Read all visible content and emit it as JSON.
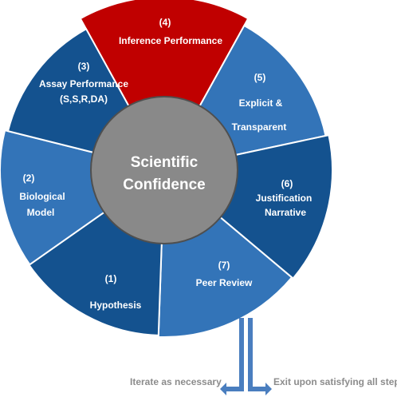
{
  "center": {
    "lines": [
      "Scientific",
      "Confidence"
    ],
    "fill": "#898989",
    "stroke": "#4f4f4f"
  },
  "colors": {
    "dark_blue": "#14528f",
    "light_blue": "#3374b8",
    "highlight_red": "#c00000",
    "border": "#ffffff",
    "arrow": "#4a7ebf",
    "caption": "#8c8c8c"
  },
  "segments": [
    {
      "id": "inference-performance",
      "lines": [
        "(4)",
        "Inference Performance"
      ],
      "color": "highlight_red"
    },
    {
      "id": "explicit-transparent",
      "lines": [
        "(5)",
        "Explicit &",
        "Transparent"
      ],
      "color": "light_blue"
    },
    {
      "id": "justification-narrative",
      "lines": [
        "(6)",
        "Justification",
        "Narrative"
      ],
      "color": "dark_blue"
    },
    {
      "id": "peer-review",
      "lines": [
        "(7)",
        "Peer Review"
      ],
      "color": "light_blue"
    },
    {
      "id": "hypothesis",
      "lines": [
        "(1)",
        "Hypothesis"
      ],
      "color": "dark_blue"
    },
    {
      "id": "biological-model",
      "lines": [
        "(2)",
        "Biological",
        "Model"
      ],
      "color": "light_blue"
    },
    {
      "id": "assay-performance",
      "lines": [
        "(3)",
        "Assay Performance",
        "(S,S,R,DA)"
      ],
      "color": "dark_blue"
    }
  ],
  "captions": {
    "iterate": "Iterate as necessary",
    "exit": "Exit upon satisfying all steps"
  }
}
